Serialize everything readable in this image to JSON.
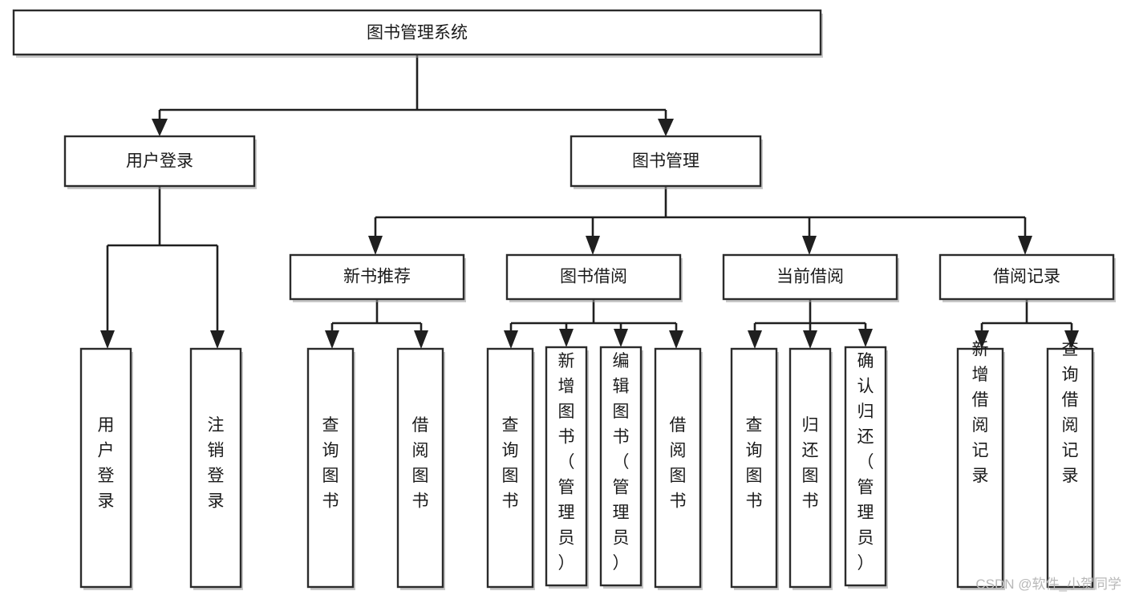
{
  "diagram": {
    "title": "图书管理系统",
    "type": "tree",
    "orientation": "top-down",
    "colors": {
      "box_fill": "#ffffff",
      "box_stroke": "#2b2b2b",
      "edge": "#1f1f1f",
      "text": "#1a1a1a",
      "watermark": "#b8b8b8",
      "background": "#ffffff"
    },
    "nodes": {
      "root": {
        "label": "图书管理系统"
      },
      "level2": [
        {
          "id": "user-login",
          "label": "用户登录"
        },
        {
          "id": "book-manage",
          "label": "图书管理"
        }
      ],
      "level3": [
        {
          "id": "new-book-recommend",
          "label": "新书推荐"
        },
        {
          "id": "book-borrow",
          "label": "图书借阅"
        },
        {
          "id": "current-borrow",
          "label": "当前借阅"
        },
        {
          "id": "borrow-record",
          "label": "借阅记录"
        }
      ],
      "leaves": {
        "user-login": [
          {
            "id": "leaf-user-login",
            "label": "用户登录"
          },
          {
            "id": "leaf-logout-login",
            "label": "注销登录"
          }
        ],
        "new-book-recommend": [
          {
            "id": "leaf-query-book-1",
            "label": "查询图书"
          },
          {
            "id": "leaf-borrow-book-1",
            "label": "借阅图书"
          }
        ],
        "book-borrow": [
          {
            "id": "leaf-query-book-2",
            "label": "查询图书"
          },
          {
            "id": "leaf-add-book",
            "label": "新增图书（管理员）"
          },
          {
            "id": "leaf-edit-book",
            "label": "编辑图书（管理员）"
          },
          {
            "id": "leaf-borrow-book-2",
            "label": "借阅图书"
          }
        ],
        "current-borrow": [
          {
            "id": "leaf-query-book-3",
            "label": "查询图书"
          },
          {
            "id": "leaf-return-book",
            "label": "归还图书"
          },
          {
            "id": "leaf-confirm-return",
            "label": "确认归还（管理员）"
          }
        ],
        "borrow-record": [
          {
            "id": "leaf-add-record",
            "label": "新增借阅记录"
          },
          {
            "id": "leaf-query-record",
            "label": "查询借阅记录"
          }
        ]
      }
    }
  },
  "watermark": {
    "text": "CSDN @软件_小贺同学"
  }
}
